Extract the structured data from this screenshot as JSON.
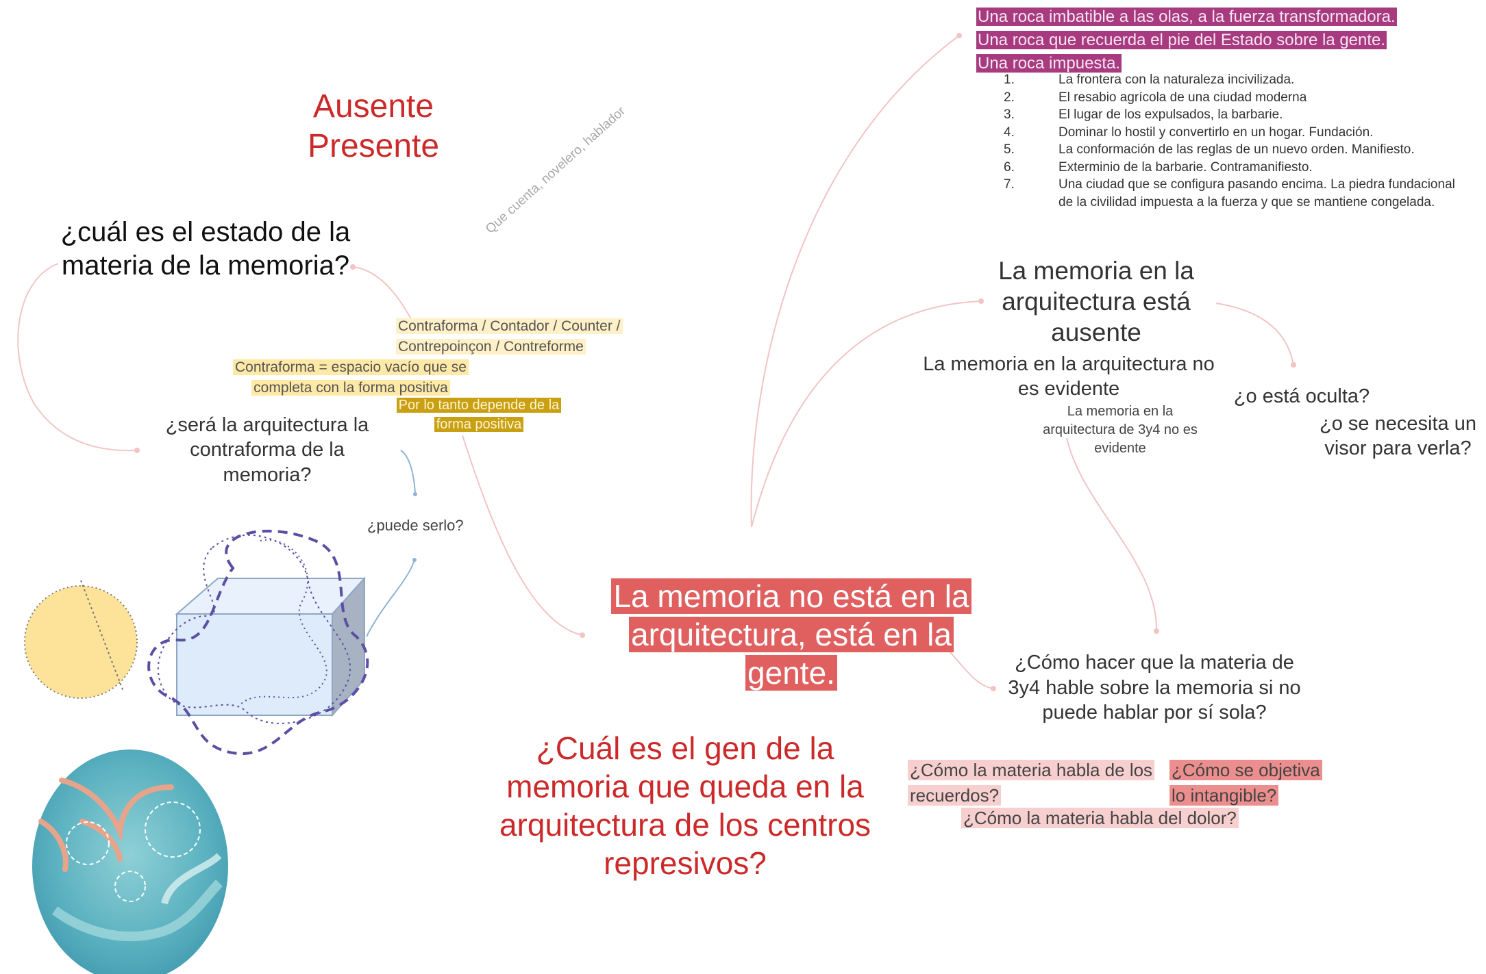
{
  "header": {
    "ausente": "Ausente",
    "presente": "Presente"
  },
  "left": {
    "q_materia": "¿cuál es el estado de la materia de la memoria?",
    "rotated_note": "Que cuenta, novelero, hablador",
    "contraforma_list": "Contraforma / Contador / Counter / Contrepoinçon / Contreforme",
    "contraforma_def": "Contraforma = espacio vacío que se completa con la forma positiva",
    "depende": "Por lo tanto depende de la forma positiva",
    "q_contraforma": "¿será la arquitectura la contraforma de la memoria?",
    "puede_serlo": "¿puede serlo?"
  },
  "center": {
    "main_statement": "La memoria no está en la arquitectura, está en la gente.",
    "q_gen": "¿Cuál es el gen de la memoria que queda en la arquitectura de los centros represivos?"
  },
  "top_right": {
    "roca_lines": [
      "Una roca imbatible a las olas, a la fuerza transformadora.",
      "Una roca que recuerda el pie del Estado sobre la gente.",
      "Una roca impuesta."
    ],
    "roca_list": [
      {
        "num": "1.",
        "text": "La frontera con la naturaleza incivilizada."
      },
      {
        "num": "2.",
        "text": "El resabio agrícola de una ciudad moderna"
      },
      {
        "num": "3.",
        "text": "El lugar de los expulsados, la barbarie."
      },
      {
        "num": "4.",
        "text": "Dominar lo hostil y convertirlo en un hogar. Fundación."
      },
      {
        "num": "5.",
        "text": "La conformación de las reglas de un nuevo orden. Manifiesto."
      },
      {
        "num": "6.",
        "text": "Exterminio de la barbarie. Contramanifiesto."
      },
      {
        "num": "7.",
        "text": "Una ciudad que se configura pasando encima. La piedra fundacional de la civilidad impuesta a la fuerza y que se mantiene congelada."
      }
    ]
  },
  "right": {
    "memoria_ausente": "La memoria en la arquitectura está ausente",
    "memoria_no_evidente": "La memoria en la arquitectura no es evidente",
    "memoria_3y4": "La memoria en la arquitectura de 3y4 no es evidente",
    "oculta": "¿o está oculta?",
    "visor": "¿o se necesita un visor para verla?",
    "q_como_hacer": "¿Cómo hacer que la materia de 3y4 hable sobre la memoria si no puede hablar por sí sola?",
    "q_recuerdos": "¿Cómo la materia habla de los recuerdos?",
    "q_objetiva": "¿Cómo se objetiva lo intangible?",
    "q_dolor": "¿Cómo la materia habla del dolor?"
  },
  "colors": {
    "red_text": "#cc2a2a",
    "statement_bg": "#e06060",
    "roca_bg": "#a83a7f",
    "connector": "#f2c4c4",
    "blue_connector": "#8fb3d6",
    "cube_fill": "#deebfa",
    "cube_side": "#a7b2c3",
    "dashed_loop": "#5b4fa3",
    "yellow_circle": "#fde39a",
    "aerial_water": "#6fc0c8"
  }
}
